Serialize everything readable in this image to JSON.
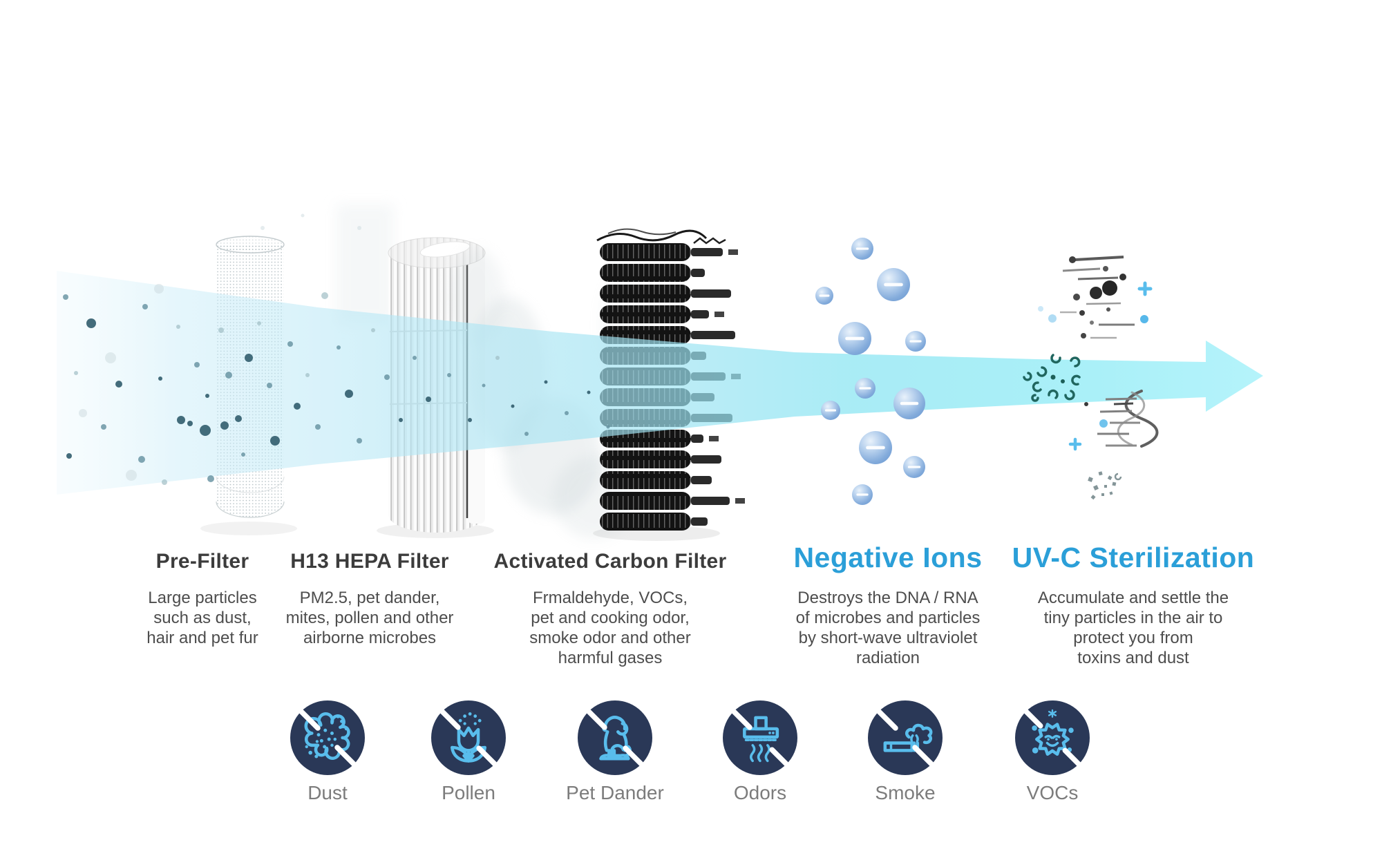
{
  "page": {
    "background": "#ffffff"
  },
  "colors": {
    "accent_heading": "#2b9fd8",
    "dark_heading": "#3c3c3c",
    "body_text": "#4d4d4d",
    "label_text": "#7c7c7c",
    "badge_circle": "#2a3857",
    "badge_glyph": "#59bdec",
    "beam_cyan": "#8ce5f2",
    "ion_bubble_blue": "#7aa6d8"
  },
  "stages": [
    {
      "id": "pre-filter",
      "title": "Pre-Filter",
      "description": "Large particles\nsuch as dust,\nhair and pet fur"
    },
    {
      "id": "hepa-filter",
      "title": "H13 HEPA Filter",
      "description": "PM2.5, pet dander,\nmites, pollen and other\nairborne microbes"
    },
    {
      "id": "carbon-filter",
      "title": "Activated Carbon Filter",
      "description": "Frmaldehyde, VOCs,\npet and cooking odor,\nsmoke odor and other\nharmful gases"
    },
    {
      "id": "negative-ions",
      "title": "Negative Ions",
      "description": "Destroys the DNA / RNA\nof microbes and particles\nby short-wave ultraviolet\nradiation"
    },
    {
      "id": "uvc-sterilization",
      "title": "UV-C Sterilization",
      "description": "Accumulate and settle the\ntiny particles in the air to\nprotect you from\ntoxins and dust"
    }
  ],
  "targets": [
    {
      "label": "Dust",
      "icon": "dust-icon"
    },
    {
      "label": "Pollen",
      "icon": "pollen-icon"
    },
    {
      "label": "Pet Dander",
      "icon": "pet-dander-icon"
    },
    {
      "label": "Odors",
      "icon": "odors-icon"
    },
    {
      "label": "Smoke",
      "icon": "smoke-icon"
    },
    {
      "label": "VOCs",
      "icon": "vocs-icon"
    }
  ]
}
